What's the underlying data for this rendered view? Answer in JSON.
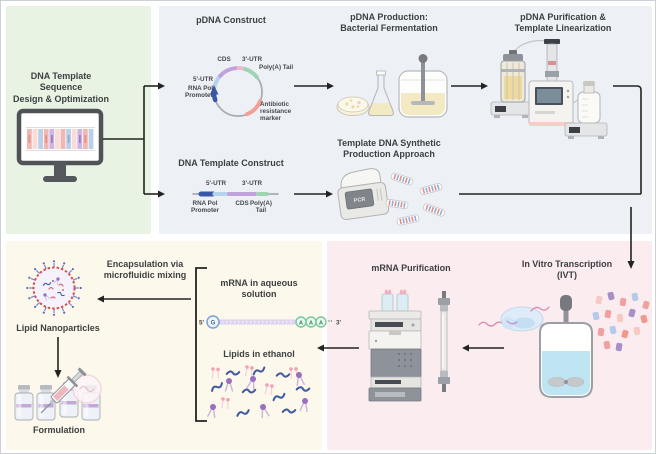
{
  "colors": {
    "panel_design_green": "#e9f3e3",
    "panel_upstream_gray": "#edf1f5",
    "panel_formulation_cream": "#fcf8eb",
    "panel_downstream_pink": "#fbecf0",
    "arrow": "#232323",
    "cds_purple": "#c1a3dc",
    "polya_green": "#9fd4b3",
    "utr5_blue": "#b5d3ed",
    "promoter_dark_blue": "#3a57a7",
    "antibiotic_marker_salmon": "#f29f96",
    "culture_yellow": "#f3e9c2",
    "ivt_liquid_blue": "#bfe4f2",
    "lnp_ring_red": "#cf5060",
    "lipid_blue": "#40589f",
    "lipid_purple": "#9b6fc0",
    "lipid_pink": "#efa3b4"
  },
  "sections": {
    "design": {
      "title": "DNA Template Sequence\nDesign & Optimization"
    },
    "pdna_construct": {
      "title": "pDNA Construct",
      "labels": {
        "cds": "CDS",
        "utr3": "3'-UTR",
        "polya_tail": "Poly(A) Tail",
        "utr5": "5'-UTR",
        "promoter": "RNA Pol\nPromoter",
        "antibiotic": "Antibiotic\nresistance\nmarker"
      }
    },
    "pdna_production": {
      "title": "pDNA Production:\nBacterial Fermentation"
    },
    "pdna_purification": {
      "title": "pDNA Purification &\nTemplate Linearization"
    },
    "dna_template_construct": {
      "title": "DNA Template Construct",
      "labels": {
        "utr5": "5'-UTR",
        "utr3": "3'-UTR",
        "promoter": "RNA Pol\nPromoter",
        "cds": "CDS",
        "polya_tail": "Poly(A)\nTail"
      }
    },
    "synthetic_production": {
      "title": "Template DNA Synthetic\nProduction Approach",
      "machine_label": "PCR"
    },
    "ivt": {
      "title": "In Vitro Transcription\n(IVT)"
    },
    "mrna_purification": {
      "title": "mRNA Purification"
    },
    "mixing_inputs": {
      "mrna_title": "mRNA in aqueous\nsolution",
      "lipids_title": "Lipids in ethanol",
      "mrna_diagram": {
        "five_prime": "5'",
        "cap": "G",
        "a1": "A",
        "a2": "A",
        "a3": "A",
        "dots": "··",
        "three_prime": "3'"
      }
    },
    "encapsulation": {
      "title": "Encapsulation via\nmicrofluidic mixing"
    },
    "lnp": {
      "label": "Lipid Nanoparticles"
    },
    "formulation": {
      "label": "Formulation"
    }
  }
}
